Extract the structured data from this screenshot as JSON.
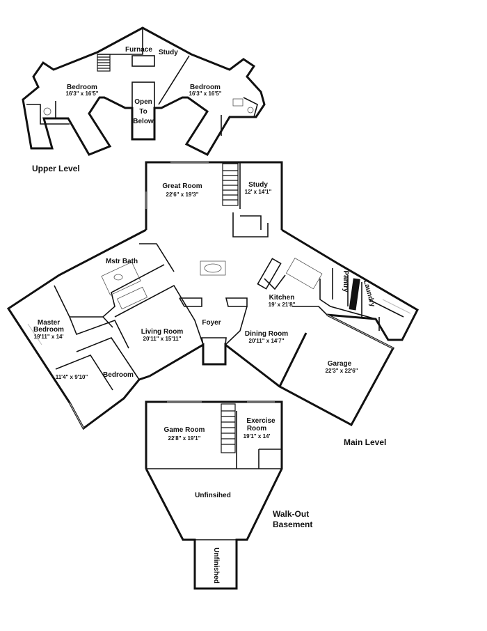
{
  "levels": {
    "upper": "Upper Level",
    "main": "Main Level",
    "basement_line1": "Walk-Out",
    "basement_line2": "Basement"
  },
  "upper": {
    "furnace": "Furnace",
    "study": "Study",
    "bedroom_left": {
      "name": "Bedroom",
      "dims": "16'3\" x 16'5\""
    },
    "bedroom_right": {
      "name": "Bedroom",
      "dims": "16'3\" x 16'5\""
    },
    "open_to_below": {
      "l1": "Open",
      "l2": "To",
      "l3": "Below"
    }
  },
  "main": {
    "great_room": {
      "name": "Great Room",
      "dims": "22'6\" x 19'3\""
    },
    "study": {
      "name": "Study",
      "dims": "12' x 14'1\""
    },
    "mstr_bath": {
      "name": "Mstr Bath"
    },
    "master_bedroom": {
      "name1": "Master",
      "name2": "Bedroom",
      "dims": "19'11\" x 14'"
    },
    "living_room": {
      "name": "Living Room",
      "dims": "20'11\" x 15'11\""
    },
    "foyer": {
      "name": "Foyer"
    },
    "kitchen": {
      "name": "Kitchen",
      "dims": "19' x 21'8\""
    },
    "pantry": {
      "name": "Pantry"
    },
    "laundry": {
      "name": "Laundry"
    },
    "dining_room": {
      "name": "Dining Room",
      "dims": "20'11\" x 14'7\""
    },
    "garage": {
      "name": "Garage",
      "dims": "22'3\" x 22'6\""
    },
    "bedroom": {
      "name": "Bedroom",
      "dims": "11'4\" x 9'10\""
    }
  },
  "basement": {
    "game_room": {
      "name": "Game Room",
      "dims": "22'8\" x 19'1\""
    },
    "exercise_room": {
      "name1": "Exercise",
      "name2": "Room",
      "dims": "19'1\" x 14'"
    },
    "unfinished_main": "Unfinsihed",
    "unfinished_side": "Unfinished"
  }
}
